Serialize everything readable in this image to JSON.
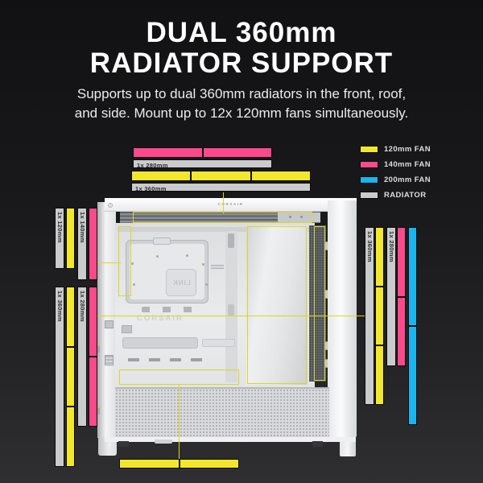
{
  "header": {
    "title_line1": "DUAL 360mm",
    "title_line2": "RADIATOR SUPPORT",
    "subtitle_line1": "Supports up to dual 360mm radiators in the front, roof,",
    "subtitle_line2": "and side. Mount up to 12x 120mm fans simultaneously."
  },
  "legend": {
    "items": [
      {
        "label": "120mm FAN",
        "color": "#f3e72b"
      },
      {
        "label": "140mm FAN",
        "color": "#fa4a8b"
      },
      {
        "label": "200mm FAN",
        "color": "#19b5ee"
      },
      {
        "label": "RADIATOR",
        "color": "#c9cbcd"
      }
    ]
  },
  "colors": {
    "fan_120mm": "#f3e72b",
    "fan_140mm": "#fa4a8b",
    "fan_200mm": "#19b5ee",
    "radiator": "#c9cbcd",
    "annotation_line": "#ddd71e"
  },
  "case": {
    "brand_top": "CORSAIR",
    "brand_watermark": "CORSAIR",
    "hub_label": "LINK"
  },
  "annotations": {
    "top": {
      "fan280_label": "1x 280mm",
      "fan360_label": "1x 360mm"
    },
    "left_upper": {
      "fan120_label": "1x 120mm",
      "fan140_label": "1x 140mm"
    },
    "left_lower": {
      "fan360_label": "1x 360mm",
      "fan280_label": "1x 280mm"
    },
    "right": {
      "fan360_label": "1x 360mm",
      "fan280_label": "1x 280mm"
    }
  },
  "bars": {
    "top_280_segments": 2,
    "top_360_segments": 3,
    "left_upper_120_segments": 1,
    "left_upper_140_segments": 1,
    "left_lower_360_segments": 3,
    "left_lower_280_segments": 2,
    "right_360_segments": 3,
    "right_280_segments": 2,
    "right_200_segments": 2,
    "bottom_dual_120_segments": 2
  }
}
